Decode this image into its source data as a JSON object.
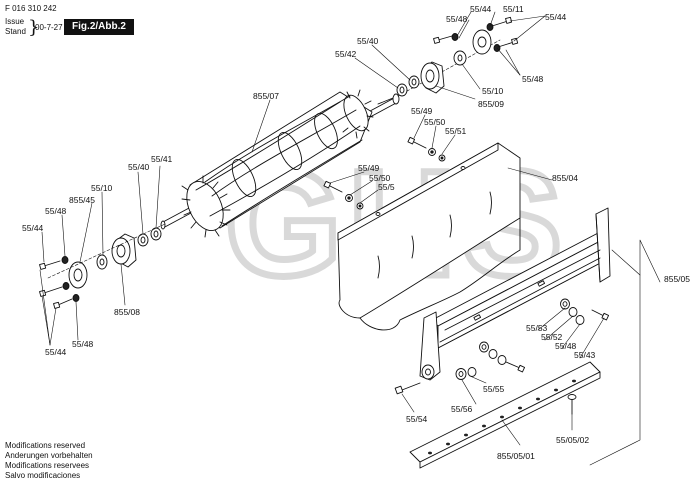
{
  "header": {
    "doc_number": "F 016 310 242",
    "issue_label": "Issue",
    "stand_label": "Stand",
    "issue_date": "00-7-27",
    "figure_badge": "Fig.2/Abb.2"
  },
  "watermark": "GHS",
  "labels": {
    "l_55_44_top": "55/44",
    "l_55_11": "55/11",
    "l_55_48_top": "55/48",
    "l_55_44_right": "55/44",
    "l_55_40_top": "55/40",
    "l_55_42": "55/42",
    "l_55_48_right": "55/48",
    "l_55_10_top": "55/10",
    "l_855_09": "855/09",
    "l_855_07": "855/07",
    "l_55_49_a": "55/49",
    "l_55_50_a": "55/50",
    "l_55_51": "55/51",
    "l_55_49_b": "55/49",
    "l_55_50_b": "55/50",
    "l_55_5": "55/5",
    "l_855_04": "855/04",
    "l_55_40_left": "55/40",
    "l_55_41": "55/41",
    "l_55_10_left": "55/10",
    "l_855_45": "855/45",
    "l_55_48_left": "55/48",
    "l_55_44_left": "55/44",
    "l_855_08": "855/08",
    "l_55_48_bottom": "55/48",
    "l_55_44_bottom": "55/44",
    "l_855_05": "855/05",
    "l_55_53": "55/53",
    "l_55_52": "55/52",
    "l_55_48_mid": "55/48",
    "l_55_43": "55/43",
    "l_55_55": "55/55",
    "l_55_54": "55/54",
    "l_55_56": "55/56",
    "l_855_05_01": "855/05/01",
    "l_55_05_02": "55/05/02"
  },
  "footer": {
    "line1": "Modifications reserved",
    "line2": "Anderungen vorbehalten",
    "line3": "Modifications reservees",
    "line4": "Salvo modificaciones"
  }
}
